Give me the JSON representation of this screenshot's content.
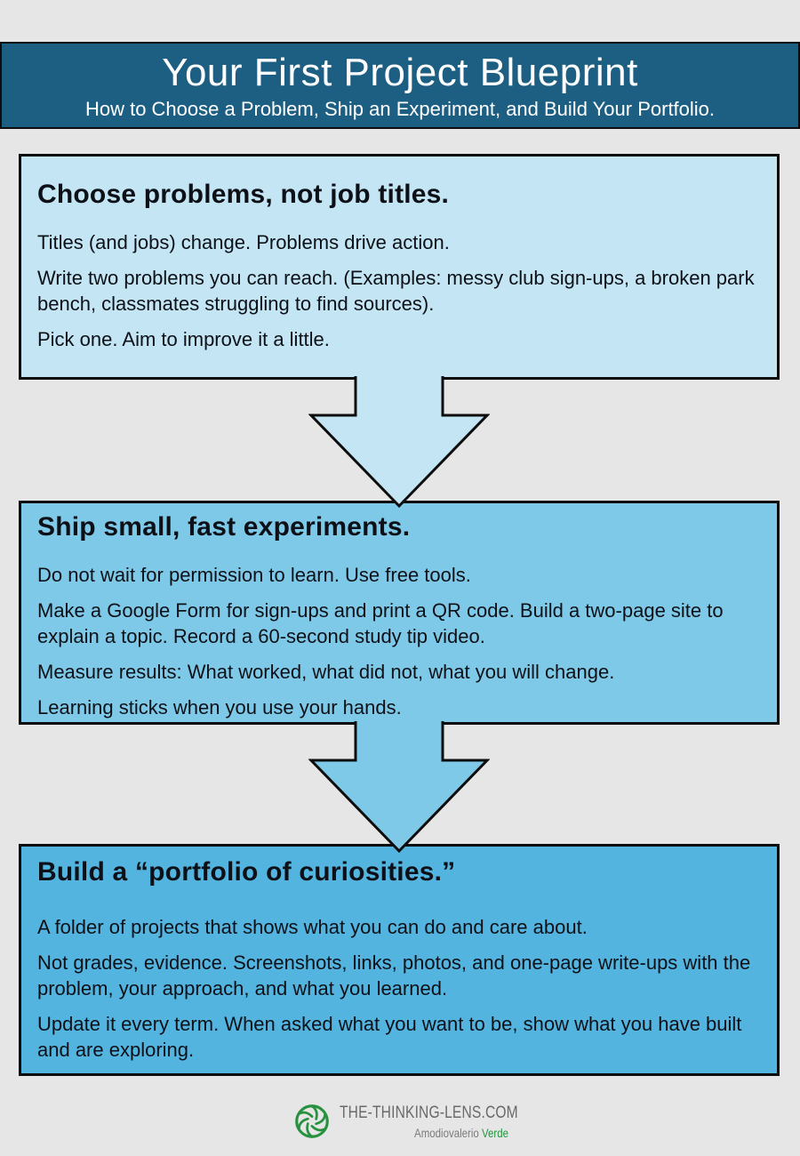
{
  "colors": {
    "page_bg": "#e6e6e6",
    "header_bg": "#1d5f82",
    "header_text": "#ffffff",
    "box1_bg": "#c3e5f4",
    "box2_bg": "#7fc9e8",
    "box3_bg": "#53b4e0",
    "outline_black": "#0d0d0d",
    "body_text": "#0d1117",
    "brand_gray": "#696969",
    "credit_gray": "#7b7b7b",
    "brand_green": "#27913f"
  },
  "icons": {
    "lens": "aperture-lens-icon",
    "arrow": "down-arrow-icon"
  },
  "header": {
    "title": "Your First Project Blueprint",
    "subtitle": "How to Choose a Problem, Ship an Experiment, and Build Your Portfolio."
  },
  "boxes": [
    {
      "heading": "Choose problems, not job titles.",
      "paragraphs": [
        "Titles (and jobs) change. Problems drive action.",
        "Write two problems you can reach. (Examples: messy club sign-ups, a broken park bench, classmates struggling to find sources).",
        "Pick one. Aim to improve it a little."
      ]
    },
    {
      "heading": "Ship small, fast experiments.",
      "paragraphs": [
        "Do not wait for permission to learn. Use free tools.",
        "Make a Google Form for sign-ups and print a QR code. Build a two-page site to explain a topic. Record a 60-second study tip video.",
        "Measure results: What worked, what did not, what you will change.",
        "Learning sticks when you use your hands."
      ]
    },
    {
      "heading": "Build a “portfolio of curiosities.”",
      "paragraphs": [
        "A folder of projects that shows what you can do and care about.",
        "Not grades, evidence. Screenshots, links, photos, and one-page write-ups with the problem, your approach, and what you learned.",
        "Update it every term. When asked what you want to be, show what you have built and are exploring."
      ]
    }
  ],
  "footer": {
    "brand": "THE-THINKING-LENS.COM",
    "credit_name": "Amodiovalerio",
    "credit_surname": "Verde"
  }
}
